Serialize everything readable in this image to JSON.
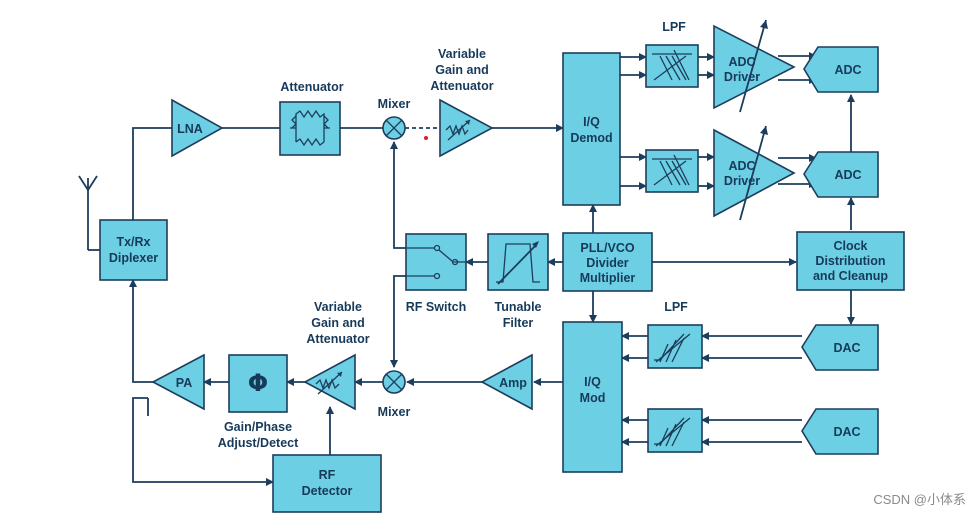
{
  "blocks": {
    "lna": "LNA",
    "attenuator": "Attenuator",
    "mixer_top": "Mixer",
    "vga_top": [
      "Variable",
      "Gain and",
      "Attenuator"
    ],
    "iq_demod": [
      "I/Q",
      "Demod"
    ],
    "lpf_top": "LPF",
    "adc_driver_1": [
      "ADC",
      "Driver"
    ],
    "adc_driver_2": [
      "ADC",
      "Driver"
    ],
    "adc_1": "ADC",
    "adc_2": "ADC",
    "txrx_diplexer": [
      "Tx/Rx",
      "Diplexer"
    ],
    "rf_switch": "RF Switch",
    "tunable_filter": [
      "Tunable",
      "Filter"
    ],
    "pll": [
      "PLL/VCO",
      "Divider",
      "Multiplier"
    ],
    "clock": [
      "Clock",
      "Distribution",
      "and Cleanup"
    ],
    "pa": "PA",
    "phase": "Φ",
    "gain_phase": [
      "Gain/Phase",
      "Adjust/Detect"
    ],
    "vga_bottom": [
      "Variable",
      "Gain and",
      "Attenuator"
    ],
    "mixer_bottom": "Mixer",
    "amp": "Amp",
    "iq_mod": [
      "I/Q",
      "Mod"
    ],
    "lpf_bottom": "LPF",
    "dac_1": "DAC",
    "dac_2": "DAC",
    "rf_detector": [
      "RF",
      "Detector"
    ]
  },
  "watermark": "CSDN @小体系",
  "colors": {
    "block_fill": "#6ccfe3",
    "line": "#1d3d5c",
    "text": "#173a5a",
    "dot": "#d9202a"
  }
}
